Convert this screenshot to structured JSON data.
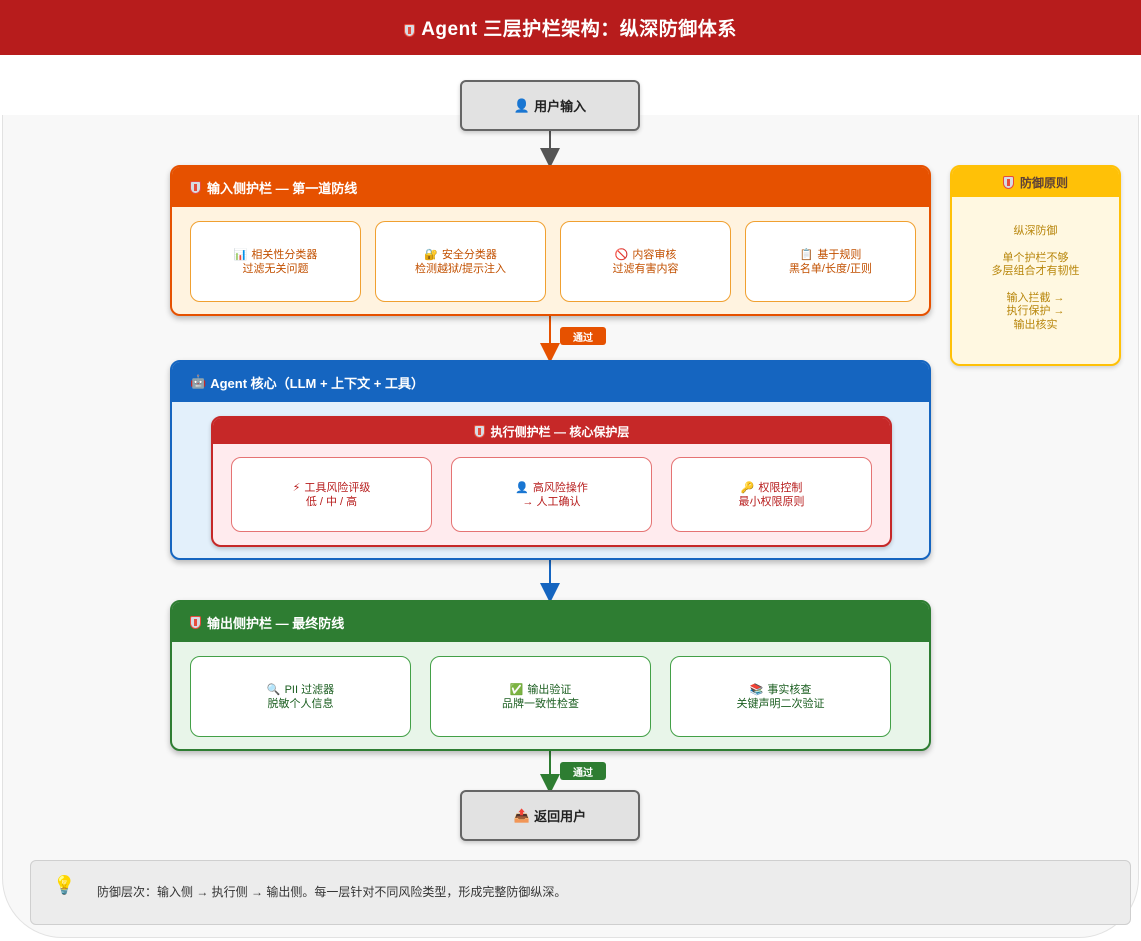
{
  "header": {
    "title": "Agent 三层护栏架构：纵深防御体系"
  },
  "nodes": {
    "user_input": {
      "icon": "👤",
      "label": "用户输入"
    },
    "return_user": {
      "icon": "📤",
      "label": "返回用户"
    }
  },
  "input_guard": {
    "title": "输入侧护栏 — 第一道防线",
    "cards": [
      {
        "icon": "📊",
        "title": "相关性分类器",
        "desc": "过滤无关问题"
      },
      {
        "icon": "🔐",
        "title": "安全分类器",
        "desc": "检测越狱/提示注入"
      },
      {
        "icon": "🚫",
        "title": "内容审核",
        "desc": "过滤有害内容"
      },
      {
        "icon": "📋",
        "title": "基于规则",
        "desc": "黑名单/长度/正则"
      }
    ]
  },
  "pass_label_1": "通过",
  "agent_core": {
    "icon": "🤖",
    "title": "Agent 核心（LLM + 上下文 + 工具）",
    "exec_guard": {
      "title": "执行侧护栏 — 核心保护层",
      "cards": [
        {
          "icon": "⚡",
          "title": "工具风险评级",
          "desc": "低 / 中 / 高"
        },
        {
          "icon": "👤",
          "title": "高风险操作",
          "desc": "→ 人工确认"
        },
        {
          "icon": "🔑",
          "title": "权限控制",
          "desc": "最小权限原则"
        }
      ]
    }
  },
  "output_guard": {
    "title": "输出侧护栏 — 最终防线",
    "cards": [
      {
        "icon": "🔍",
        "title": "PII 过滤器",
        "desc": "脱敏个人信息"
      },
      {
        "icon": "✅",
        "title": "输出验证",
        "desc": "品牌一致性检查"
      },
      {
        "icon": "📚",
        "title": "事实核查",
        "desc": "关键声明二次验证"
      }
    ]
  },
  "pass_label_2": "通过",
  "principle": {
    "title": "防御原则",
    "line1": "纵深防御",
    "line2": "单个护栏不够",
    "line3": "多层组合才有韧性",
    "line4": "输入拦截 →",
    "line5": "执行保护 →",
    "line6": "输出核实"
  },
  "footer": {
    "icon": "💡",
    "text": "防御层次：输入侧 → 执行侧 → 输出侧。每一层针对不同风险类型，形成完整防御纵深。"
  },
  "colors": {
    "header": "#b71c1c",
    "input": "#e65100",
    "agent": "#1565c0",
    "exec": "#c62828",
    "output": "#2e7d32",
    "principle": "#ffc107"
  }
}
